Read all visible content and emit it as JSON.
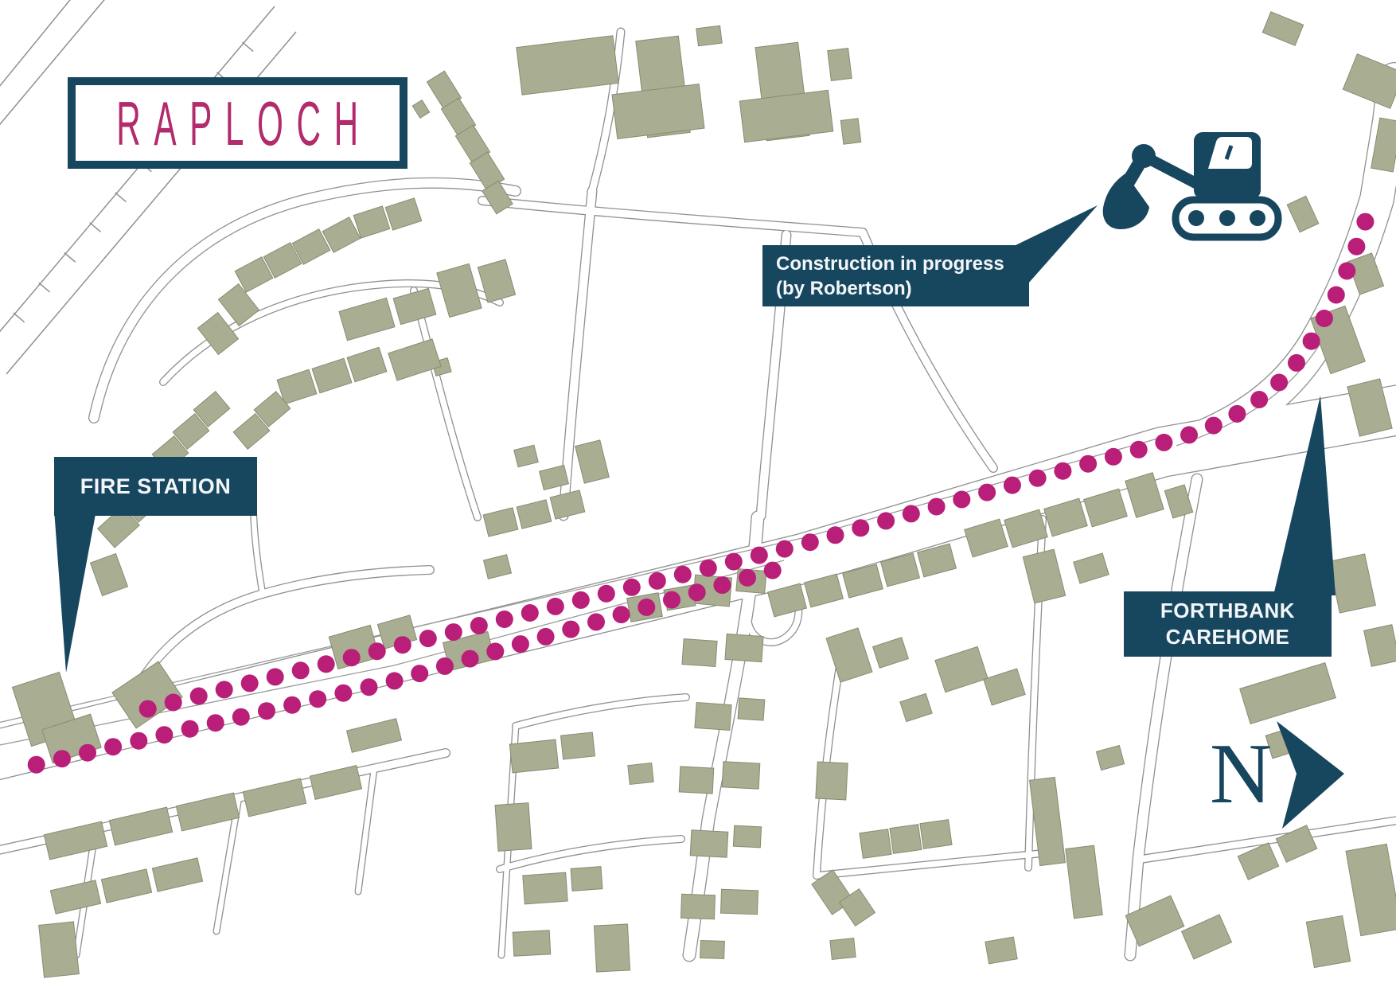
{
  "title": {
    "text": "RAPLOCH"
  },
  "labels": {
    "fire_station": "FIRE STATION",
    "construction_line1": "Construction in progress",
    "construction_line2": "(by Robertson)",
    "forthbank_line1": "FORTHBANK",
    "forthbank_line2": "CAREHOME",
    "north": "N"
  },
  "icons": {
    "excavator": "excavator-icon",
    "north_arrow": "north-arrow-icon"
  },
  "legend": {
    "route_style": "magenta dotted line marking construction route through Raploch"
  },
  "colors": {
    "navy": "#17465f",
    "route_dot_magenta": "#b91e78",
    "title_magenta": "#b22b6b",
    "building_fill": "#a9ad91",
    "building_stroke": "#888c72",
    "road_line": "#8f9090",
    "label_text": "#f2f6f8",
    "background": "#ffffff"
  }
}
